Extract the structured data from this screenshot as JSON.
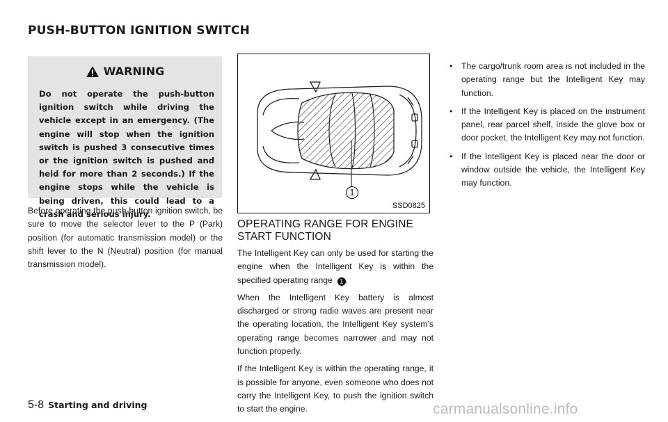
{
  "page": {
    "title": "PUSH-BUTTON IGNITION SWITCH",
    "footer": {
      "page_number": "5-8",
      "section": "Starting and driving"
    },
    "watermark": "carmanualsonline.info"
  },
  "warning": {
    "heading": "WARNING",
    "text": "Do not operate the push-button ignition switch while driving the vehicle except in an emergency. (The engine will stop when the ignition switch is pushed 3 consecutive times or the ignition switch is pushed and held for more than 2 seconds.) If the engine stops while the vehicle is being driven, this could lead to a crash and serious injury."
  },
  "left_column": {
    "paragraph": "Before operating the push-button ignition switch, be sure to move the selector lever to the P (Park) position (for automatic transmission model) or the shift lever to the N (Neutral) position (for manual transmission model)."
  },
  "figure": {
    "callout": "1",
    "code": "SSD0825"
  },
  "middle_column": {
    "heading": "OPERATING RANGE FOR ENGINE START FUNCTION",
    "p1_before": "The Intelligent Key can only be used for starting the engine when the Intelligent Key is within the specified operating range",
    "p1_marker": "1",
    "p1_after": ".",
    "p2": "When the Intelligent Key battery is almost discharged or strong radio waves are present near the operating location, the Intelligent Key system’s operating range becomes narrower and may not function properly.",
    "p3": "If the Intelligent Key is within the operating range, it is possible for anyone, even someone who does not carry the Intelligent Key, to push the ignition switch to start the engine."
  },
  "right_column": {
    "bullet_symbol": "•",
    "bullets": [
      "The cargo/trunk room area is not included in the operating range but the Intelligent Key may function.",
      "If the Intelligent Key is placed on the instrument panel, rear parcel shelf, inside the glove box or door pocket, the Intelligent Key may not function.",
      "If the Intelligent Key is placed near the door or window outside the vehicle, the Intelligent Key may function."
    ]
  }
}
